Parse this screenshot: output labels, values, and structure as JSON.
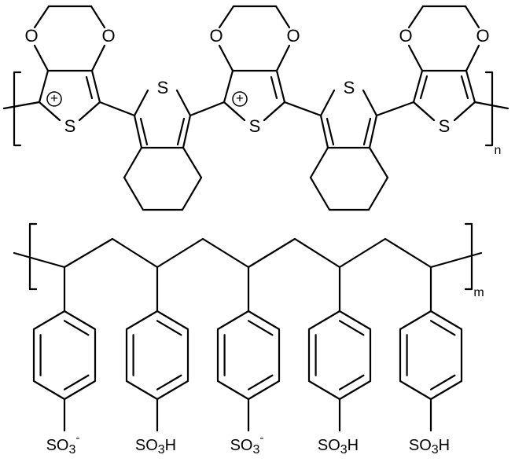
{
  "pedot": {
    "units": [
      {
        "o_left": "O",
        "o_right": "O",
        "s": "S",
        "charge": "+"
      },
      {
        "o_left": "O",
        "o_right": "O",
        "s": "S",
        "charge": "+"
      },
      {
        "o_left": "O",
        "o_right": "O",
        "s": "S",
        "charge": ""
      }
    ],
    "linkers": [
      {
        "s": "S"
      },
      {
        "s": "S"
      }
    ],
    "repeat_index": "n"
  },
  "pss": {
    "repeat_index": "m",
    "groups": [
      {
        "s": "SO",
        "n": "3",
        "sup": "-",
        "tail": ""
      },
      {
        "s": "SO",
        "n": "3",
        "sup": "",
        "tail": "H"
      },
      {
        "s": "SO",
        "n": "3",
        "sup": "-",
        "tail": ""
      },
      {
        "s": "SO",
        "n": "3",
        "sup": "",
        "tail": "H"
      },
      {
        "s": "SO",
        "n": "3",
        "sup": "",
        "tail": "H"
      }
    ]
  }
}
